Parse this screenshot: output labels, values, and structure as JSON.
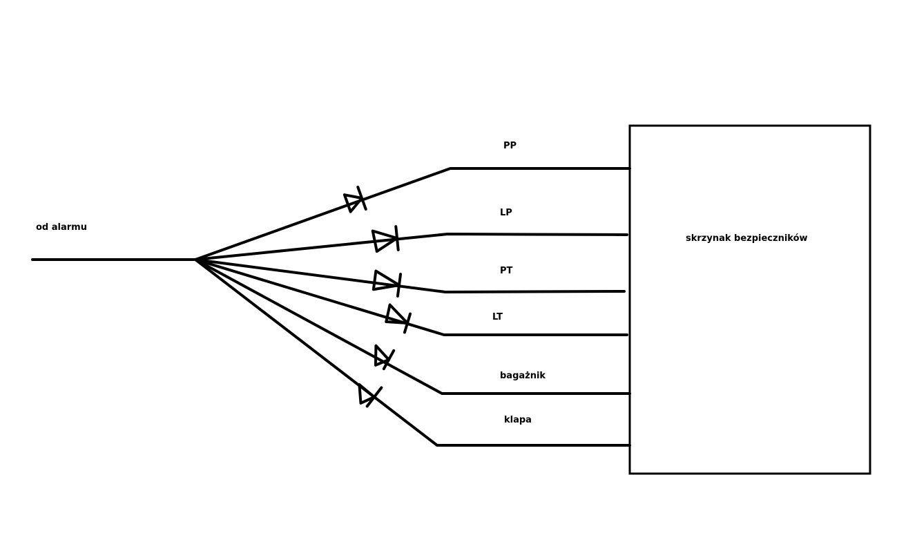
{
  "source_label": "od alarmu",
  "box_label": "skrzynak bezpieczników",
  "branches": [
    {
      "id": "pp",
      "label": "PP"
    },
    {
      "id": "lp",
      "label": "LP"
    },
    {
      "id": "pt",
      "label": "PT"
    },
    {
      "id": "lt",
      "label": "LT"
    },
    {
      "id": "bagaznik",
      "label": "bagażnik"
    },
    {
      "id": "klapa",
      "label": "klapa"
    }
  ],
  "colors": {
    "line": "#000000",
    "background": "#ffffff"
  },
  "icons": {
    "diode": "diode-icon"
  }
}
